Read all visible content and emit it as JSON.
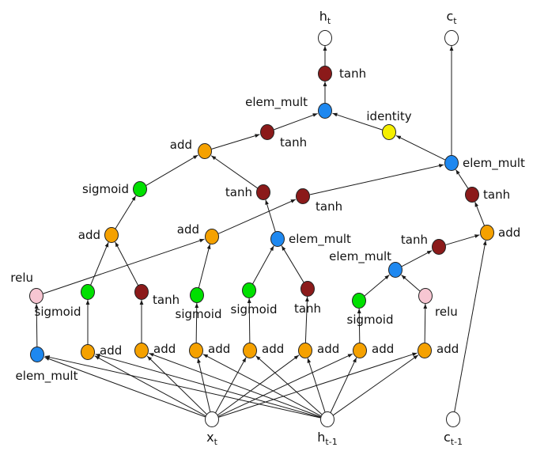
{
  "colors": {
    "io": "#ffffff",
    "add": "#f5a100",
    "sigmoid": "#00e000",
    "tanh": "#8b1a1a",
    "relu": "#f7c6d2",
    "elem_mult": "#1e88f0",
    "identity": "#f5ef00"
  },
  "nodes": [
    {
      "id": "ht",
      "type": "io",
      "label": "h",
      "sub": "t"
    },
    {
      "id": "ct",
      "type": "io",
      "label": "c",
      "sub": "t"
    },
    {
      "id": "xt",
      "type": "io",
      "label": "x",
      "sub": "t"
    },
    {
      "id": "ht1",
      "type": "io",
      "label": "h",
      "sub": "t-1"
    },
    {
      "id": "ct1",
      "type": "io",
      "label": "c",
      "sub": "t-1"
    },
    {
      "id": "tanh_top",
      "type": "tanh",
      "label": "tanh"
    },
    {
      "id": "em_top",
      "type": "elem_mult",
      "label": "elem_mult"
    },
    {
      "id": "tanh_l1",
      "type": "tanh",
      "label": "tanh"
    },
    {
      "id": "identity",
      "type": "identity",
      "label": "identity"
    },
    {
      "id": "em_right",
      "type": "elem_mult",
      "label": "elem_mult"
    },
    {
      "id": "add_l1",
      "type": "add",
      "label": "add"
    },
    {
      "id": "sig_l1",
      "type": "sigmoid",
      "label": "sigmoid"
    },
    {
      "id": "tanh_l2",
      "type": "tanh",
      "label": "tanh"
    },
    {
      "id": "tanh_mid",
      "type": "tanh",
      "label": "tanh"
    },
    {
      "id": "tanh_r1",
      "type": "tanh",
      "label": "tanh"
    },
    {
      "id": "add_left",
      "type": "add",
      "label": "add"
    },
    {
      "id": "add_mid",
      "type": "add",
      "label": "add"
    },
    {
      "id": "em_mid",
      "type": "elem_mult",
      "label": "elem_mult"
    },
    {
      "id": "add_r1",
      "type": "add",
      "label": "add"
    },
    {
      "id": "tanh_r2",
      "type": "tanh",
      "label": "tanh"
    },
    {
      "id": "em_r2",
      "type": "elem_mult",
      "label": "elem_mult"
    },
    {
      "id": "relu_l",
      "type": "relu",
      "label": "relu"
    },
    {
      "id": "sig_a",
      "type": "sigmoid",
      "label": "sigmoid"
    },
    {
      "id": "tanh_a",
      "type": "tanh",
      "label": "tanh"
    },
    {
      "id": "sig_b",
      "type": "sigmoid",
      "label": "sigmoid"
    },
    {
      "id": "sig_c",
      "type": "sigmoid",
      "label": "sigmoid"
    },
    {
      "id": "tanh_c",
      "type": "tanh",
      "label": "tanh"
    },
    {
      "id": "sig_d",
      "type": "sigmoid",
      "label": "sigmoid"
    },
    {
      "id": "relu_r",
      "type": "relu",
      "label": "relu"
    },
    {
      "id": "em_bot",
      "type": "elem_mult",
      "label": "elem_mult"
    },
    {
      "id": "add_b1",
      "type": "add",
      "label": "add"
    },
    {
      "id": "add_b2",
      "type": "add",
      "label": "add"
    },
    {
      "id": "add_b3",
      "type": "add",
      "label": "add"
    },
    {
      "id": "add_b4",
      "type": "add",
      "label": "add"
    },
    {
      "id": "add_b5",
      "type": "add",
      "label": "add"
    },
    {
      "id": "add_b6",
      "type": "add",
      "label": "add"
    },
    {
      "id": "add_b7",
      "type": "add",
      "label": "add"
    }
  ],
  "edges": [
    [
      "tanh_top",
      "ht"
    ],
    [
      "em_top",
      "tanh_top"
    ],
    [
      "tanh_l1",
      "em_top"
    ],
    [
      "identity",
      "em_top"
    ],
    [
      "em_right",
      "identity"
    ],
    [
      "em_right",
      "ct"
    ],
    [
      "add_l1",
      "tanh_l1"
    ],
    [
      "sig_l1",
      "add_l1"
    ],
    [
      "tanh_l2",
      "add_l1"
    ],
    [
      "tanh_mid",
      "em_right"
    ],
    [
      "tanh_r1",
      "em_right"
    ],
    [
      "add_left",
      "sig_l1"
    ],
    [
      "add_mid",
      "tanh_mid"
    ],
    [
      "em_mid",
      "tanh_l2"
    ],
    [
      "add_r1",
      "tanh_r1"
    ],
    [
      "tanh_r2",
      "add_r1"
    ],
    [
      "ct1",
      "add_r1"
    ],
    [
      "em_r2",
      "tanh_r2"
    ],
    [
      "relu_l",
      "add_mid"
    ],
    [
      "sig_a",
      "add_left"
    ],
    [
      "tanh_a",
      "add_left"
    ],
    [
      "sig_b",
      "add_mid"
    ],
    [
      "sig_c",
      "em_mid"
    ],
    [
      "tanh_c",
      "em_mid"
    ],
    [
      "sig_d",
      "em_r2"
    ],
    [
      "relu_r",
      "em_r2"
    ],
    [
      "em_bot",
      "relu_l"
    ],
    [
      "add_b1",
      "sig_a"
    ],
    [
      "add_b2",
      "tanh_a"
    ],
    [
      "add_b3",
      "sig_b"
    ],
    [
      "add_b4",
      "sig_c"
    ],
    [
      "add_b5",
      "tanh_c"
    ],
    [
      "add_b6",
      "sig_d"
    ],
    [
      "add_b7",
      "relu_r"
    ],
    [
      "xt",
      "em_bot"
    ],
    [
      "xt",
      "add_b1"
    ],
    [
      "xt",
      "add_b2"
    ],
    [
      "xt",
      "add_b3"
    ],
    [
      "xt",
      "add_b4"
    ],
    [
      "xt",
      "add_b5"
    ],
    [
      "xt",
      "add_b6"
    ],
    [
      "xt",
      "add_b7"
    ],
    [
      "ht1",
      "em_bot"
    ],
    [
      "ht1",
      "add_b1"
    ],
    [
      "ht1",
      "add_b2"
    ],
    [
      "ht1",
      "add_b3"
    ],
    [
      "ht1",
      "add_b4"
    ],
    [
      "ht1",
      "add_b5"
    ],
    [
      "ht1",
      "add_b6"
    ],
    [
      "ht1",
      "add_b7"
    ]
  ]
}
